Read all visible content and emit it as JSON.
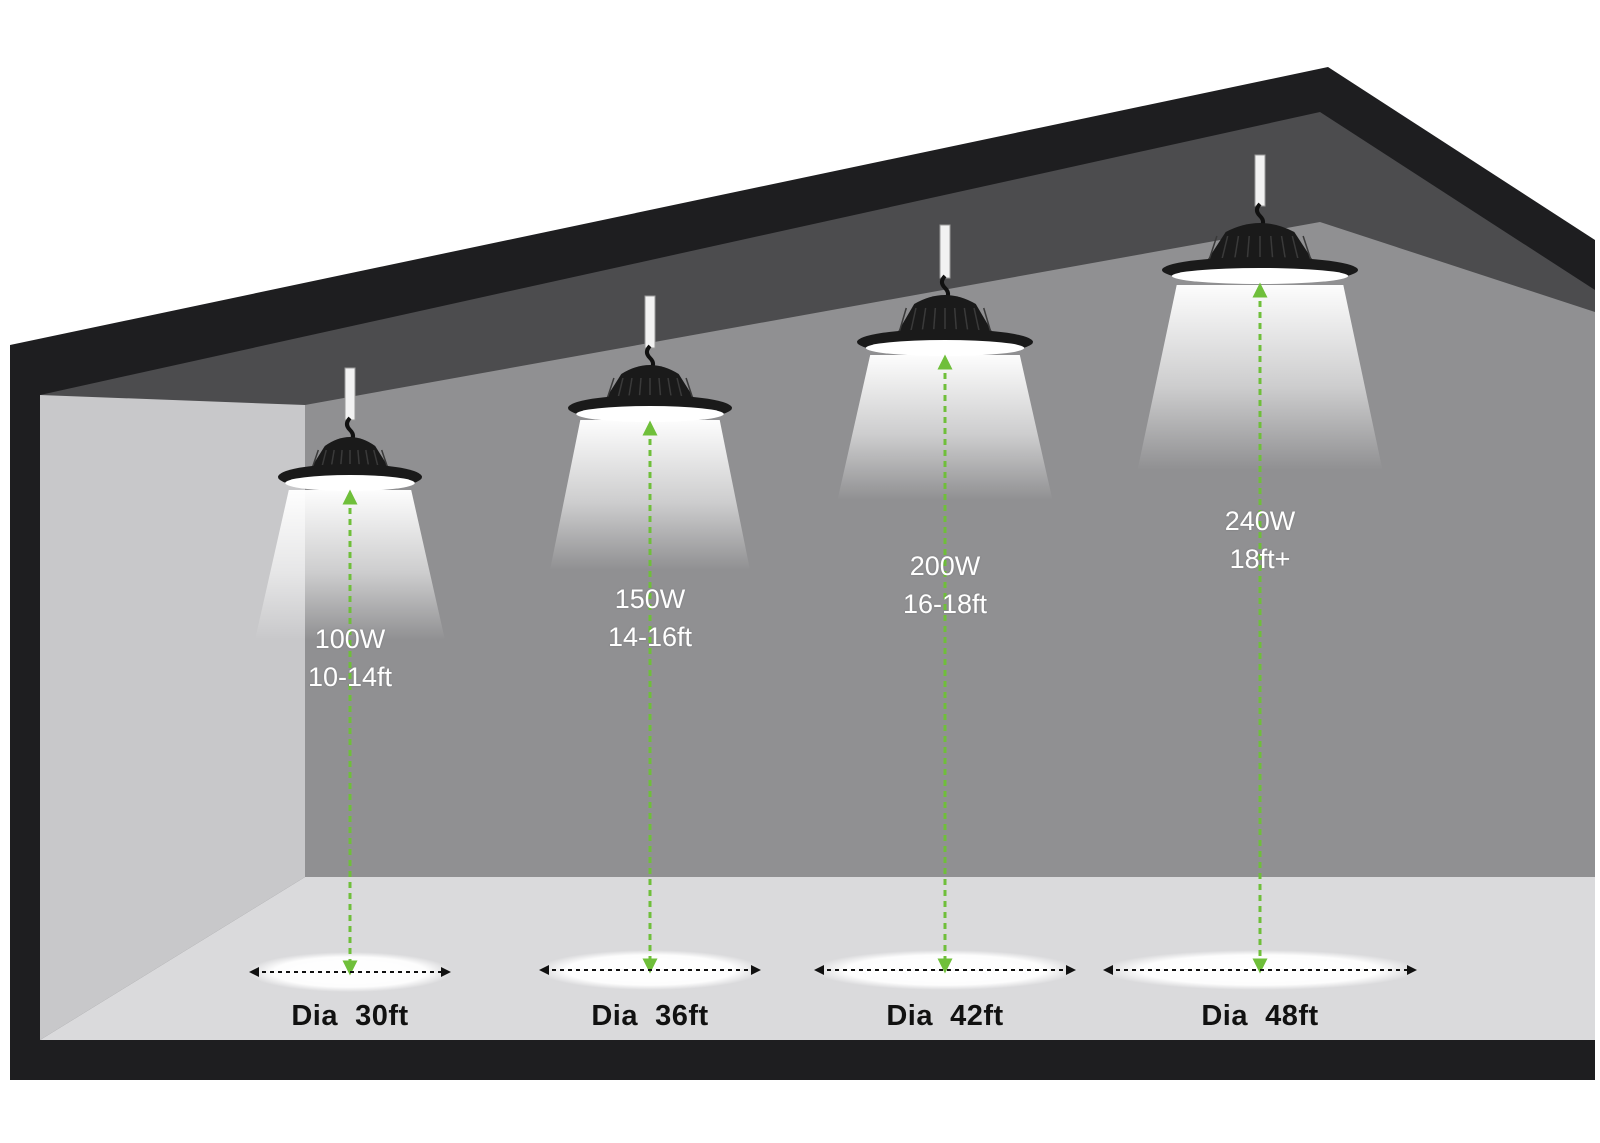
{
  "colors": {
    "outer_frame": "#1e1e20",
    "ceiling": "#4a4a4c",
    "back_wall": "#909092",
    "left_wall": "#c9c9cb",
    "floor": "#d9d9db",
    "arrow_green": "#6fbf3a",
    "fixture": "#1a1a1a",
    "rod": "#f2f2f2"
  },
  "lights": [
    {
      "wattage": "100W",
      "height": "10-14ft",
      "diameter": "Dia  30ft"
    },
    {
      "wattage": "150W",
      "height": "14-16ft",
      "diameter": "Dia  36ft"
    },
    {
      "wattage": "200W",
      "height": "16-18ft",
      "diameter": "Dia  42ft"
    },
    {
      "wattage": "240W",
      "height": "18ft+",
      "diameter": "Dia  48ft"
    }
  ]
}
